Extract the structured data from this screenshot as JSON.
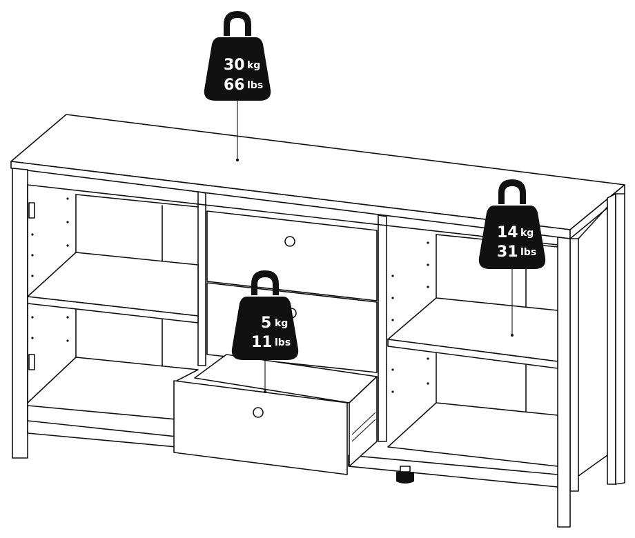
{
  "weights": [
    {
      "id": "top",
      "value_kg": "30",
      "unit_kg": "kg",
      "value_lbs": "66",
      "unit_lbs": "lbs"
    },
    {
      "id": "shelf",
      "value_kg": "14",
      "unit_kg": "kg",
      "value_lbs": "31",
      "unit_lbs": "lbs"
    },
    {
      "id": "drawer",
      "value_kg": "5",
      "unit_kg": "kg",
      "value_lbs": "11",
      "unit_lbs": "lbs"
    }
  ]
}
